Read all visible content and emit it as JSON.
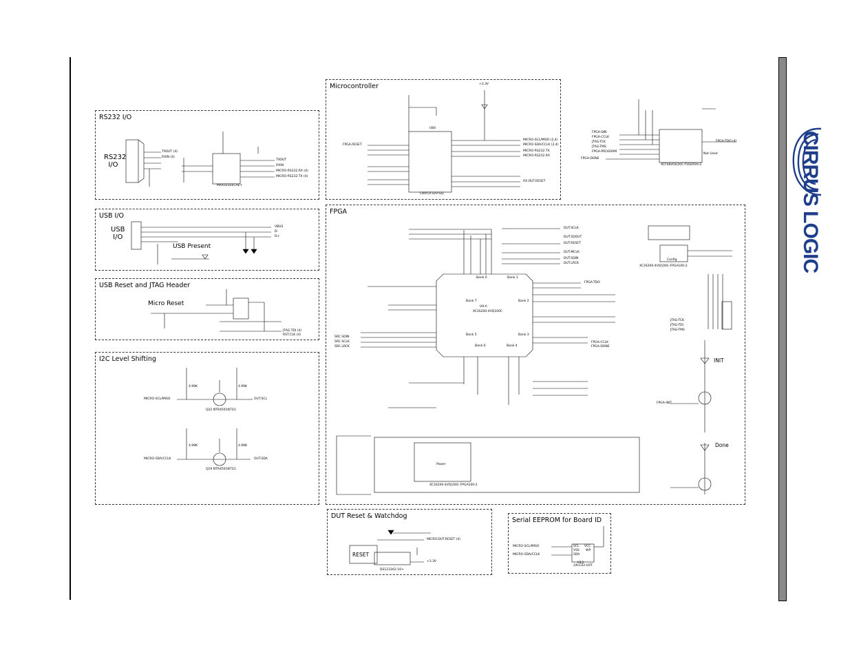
{
  "brand": {
    "name": "CIRRUS LOGIC",
    "color": "#1e3e8c"
  },
  "panels": {
    "rs232": {
      "title": "RS232 I/O",
      "big_label": "RS232\nI/O",
      "ic": "MAX3232ECAE+",
      "nets": [
        "TXOUT (4)",
        "RXIN (4)",
        "TXOUT",
        "RXIN",
        "MICRO-RS232.RX (4)",
        "MICRO-RS232.TX (4)"
      ]
    },
    "micro": {
      "title": "Microcontroller",
      "ic": "C8051F320-GQ",
      "ref": "U84",
      "rail": "+3.3V",
      "nets": [
        "MICRO-SCL/MISO (2,4)",
        "MICRO-SDA/CCLK (2,4)",
        "MICRO-RS232.TX",
        "MICRO-RS232.RX",
        "FPGA.RESET",
        "RX.OUT.RESET"
      ]
    },
    "jtag_cfg": {
      "ic": "XCF08VOG20C-TSSOP20-2",
      "nets": [
        "FPGA-DIN",
        "FPGA-CCLK",
        "JTAG-TCK",
        "JTAG-TMS",
        "FPGA-PROGRAM",
        "FPGA-DONE",
        "FPGA-TDO (4)"
      ],
      "note": "Not Used"
    },
    "usb": {
      "title": "USB I/O",
      "big_label": "USB\nI/O",
      "present": "USB Present",
      "nets": [
        "VBUS",
        "D-",
        "D+"
      ]
    },
    "usb_reset": {
      "title": "USB Reset and JTAG Header",
      "micro_reset": "Micro Reset",
      "nets": [
        "JTAG.TDI (4)",
        "RST.CLK (4)"
      ]
    },
    "i2c": {
      "title": "I2C Level Shifting",
      "nets": [
        "MICRO-SCL/MISO",
        "OUT.SCL",
        "MICRO-SDA/CCLK",
        "OUT.SDA"
      ],
      "parts": [
        "Q22 NTR4501NT1G",
        "Q19 NTR4501NT1G",
        "4.99K",
        "4.99K",
        "4.99K",
        "4.99K"
      ]
    },
    "fpga": {
      "title": "FPGA",
      "ic": "XC3S200-4VQ100C",
      "ref": "U9-A",
      "banks": [
        "Bank 0",
        "Bank 1",
        "Bank 2",
        "Bank 3",
        "Bank 4",
        "Bank 5",
        "Bank 6",
        "Bank 7"
      ],
      "config_ic": "XC3S200-4VQ100C-FPGA100-2",
      "power_ic": "XC3S200-4VQ100C-FPGA100-2",
      "power_label": "Power",
      "config_label": "Config",
      "done_label": "Done",
      "init_label": "INIT",
      "nets": [
        "DUT.SCLK",
        "DUT.SDOUT",
        "DUT.RESET",
        "DUT.MCLK",
        "DUT.SDIN",
        "DUT.LRCK",
        "FPGA-TDO",
        "FPGA-CCLK",
        "FPGA-DONE",
        "FPGA-INIT",
        "JTAG-TCK",
        "JTAG-TDI",
        "JTAG-TMS",
        "SRC.SDIN",
        "SRC.LRCK",
        "SRC.SCLK"
      ]
    },
    "dut_reset": {
      "title": "DUT Reset & Watchdog",
      "reset_label": "RESET",
      "ic": "DS1233A2-10+",
      "nets": [
        "MICRO.DUT.RESET (4)",
        "+3.3V"
      ]
    },
    "eeprom": {
      "title": "Serial EEPROM for Board ID",
      "ic": "24LC02-I/OT",
      "ref": "U13",
      "nets": [
        "MICRO-SCL/MISO",
        "MICRO-SDA/CCLK",
        "SCL",
        "SDA",
        "VSS",
        "VCC",
        "WP"
      ]
    }
  }
}
